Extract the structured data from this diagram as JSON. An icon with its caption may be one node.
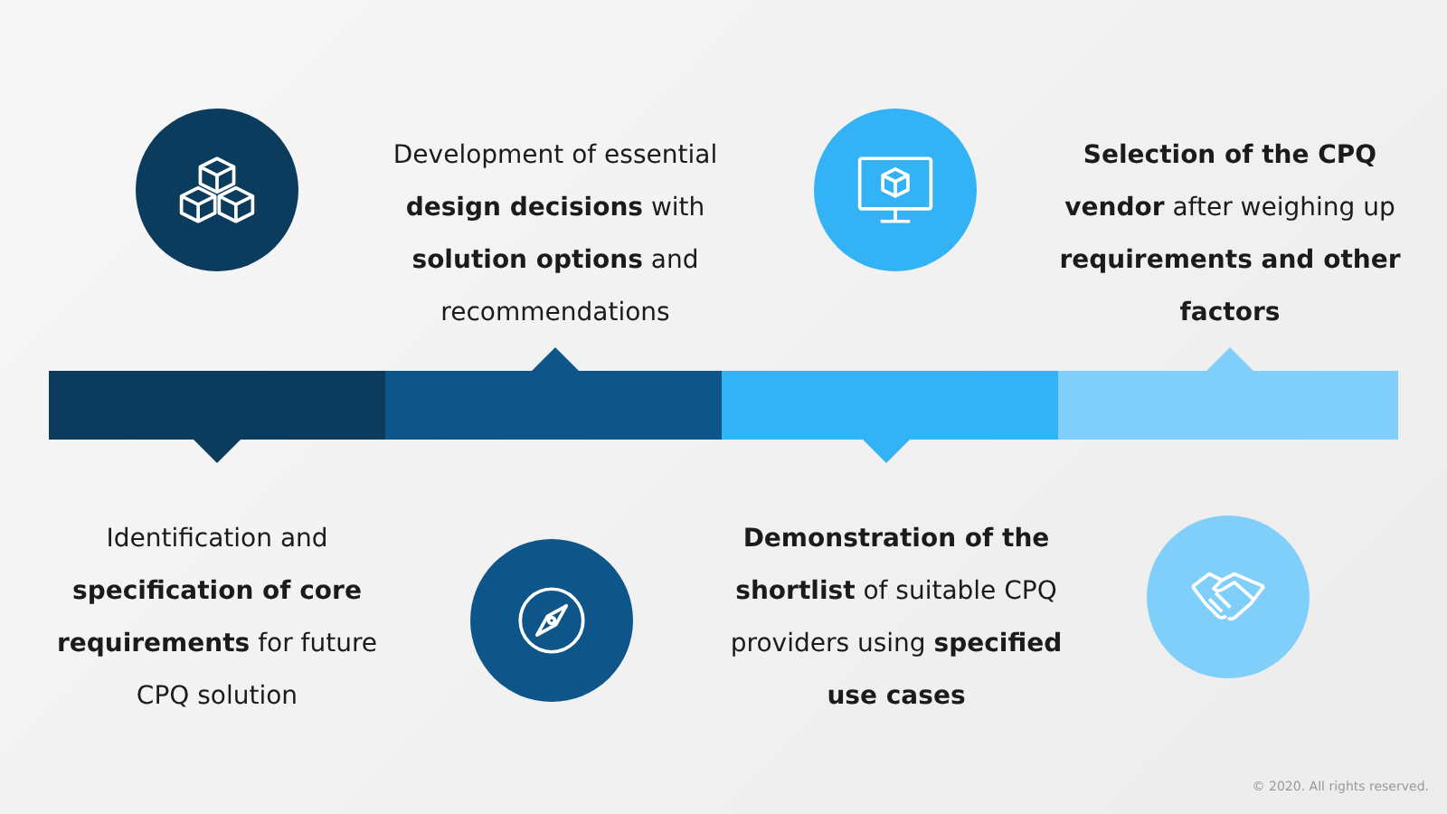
{
  "diagram": {
    "nodes": [
      {
        "text": [],
        "shape": "circle"
      },
      {
        "text": [],
        "shape": "circle"
      },
      {
        "text": [],
        "shape": "bar"
      },
      {
        "text": [],
        "shape": "bar"
      },
      {
        "text": [],
        "shape": "bar"
      },
      {
        "text": [],
        "shape": "bar"
      },
      {
        "text": [],
        "shape": "circle"
      },
      {
        "text": [],
        "shape": "circle"
      }
    ],
    "labels": [
      "Development of essential **design decisions** with **solution options** and recommendations",
      "**Selection of the CPQ vendor** after weighing up **requirements and other factors**",
      "Identification and **specification of core requirements** for future CPQ solution",
      "**Demonstration of the shortlist** of suitable CPQ providers using **specified use cases**",
      "© 2020. All rights reserved."
    ]
  }
}
